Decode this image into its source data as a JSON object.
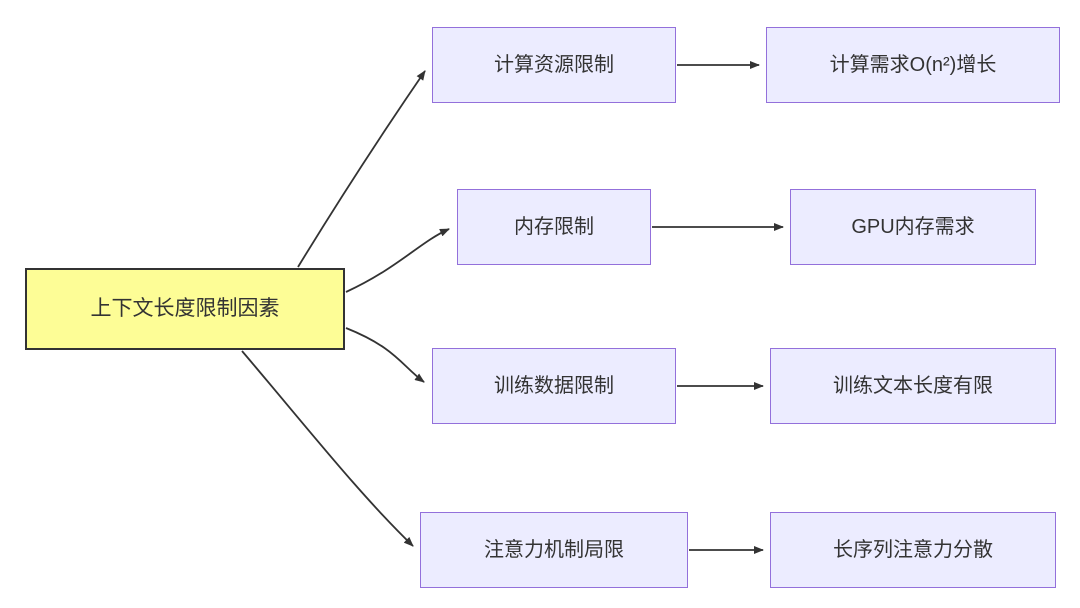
{
  "diagram": {
    "type": "flowchart-left-right",
    "root": {
      "label": "上下文长度限制因素"
    },
    "branches": [
      {
        "cause": "计算资源限制",
        "effect": "计算需求O(n²)增长"
      },
      {
        "cause": "内存限制",
        "effect": "GPU内存需求"
      },
      {
        "cause": "训练数据限制",
        "effect": "训练文本长度有限"
      },
      {
        "cause": "注意力机制局限",
        "effect": "长序列注意力分散"
      }
    ],
    "colors": {
      "root_fill": "#fdfd96",
      "root_border": "#333333",
      "node_fill": "#ececff",
      "node_border": "#9370db",
      "arrow": "#333333",
      "text": "#333333",
      "bg": "#ffffff"
    }
  }
}
